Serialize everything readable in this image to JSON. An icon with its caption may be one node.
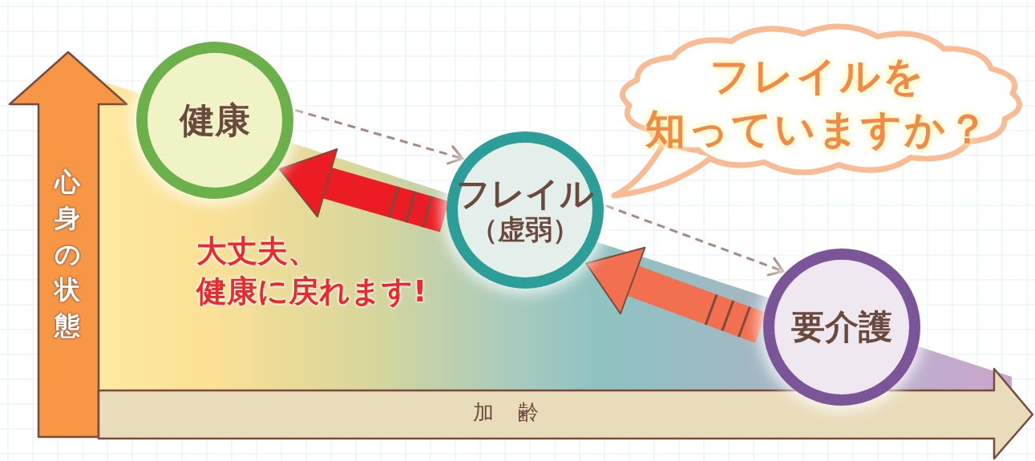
{
  "diagram": {
    "nodes": [
      {
        "text": [
          "健康"
        ]
      },
      {
        "text": [
          "フレイル",
          "（虚弱）"
        ]
      },
      {
        "text": [
          "要介護"
        ]
      },
      {
        "text": [
          "フレイルを",
          "知っていますか？"
        ]
      }
    ],
    "edges": [
      {
        "from": 0,
        "to": 1,
        "arrow": "to",
        "style": "dashed"
      },
      {
        "from": 1,
        "to": 2,
        "arrow": "to",
        "style": "dashed"
      },
      {
        "from": 1,
        "to": 0,
        "arrow": "to",
        "style": "thick",
        "color": "#ec1c24"
      },
      {
        "from": 2,
        "to": 1,
        "arrow": "to",
        "style": "thick",
        "color": "#f26f50"
      }
    ],
    "labels": [
      "心身の状態",
      "加齢",
      "大丈夫、",
      "健康に戻れます!"
    ]
  }
}
